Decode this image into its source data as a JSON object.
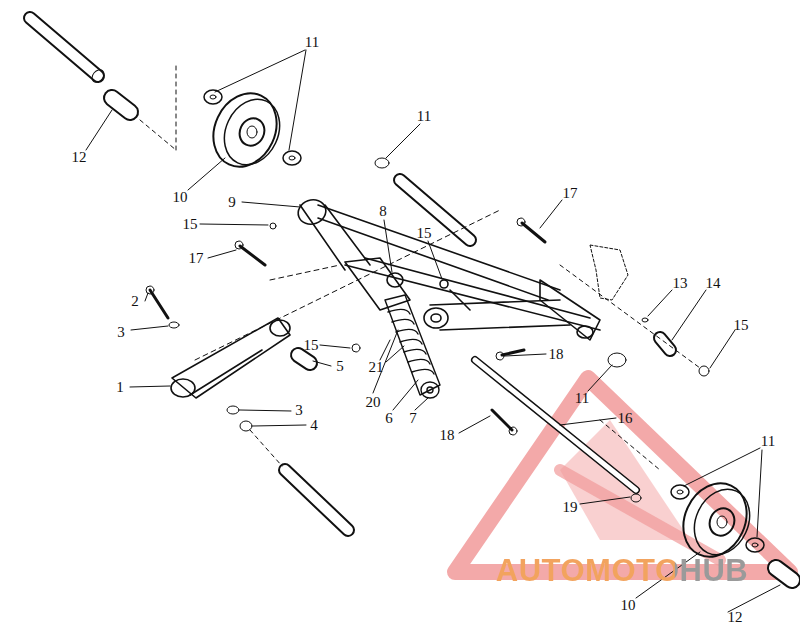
{
  "diagram": {
    "labels": [
      "11",
      "12",
      "10",
      "9",
      "11",
      "8",
      "15",
      "17",
      "15",
      "17",
      "2",
      "13",
      "14",
      "3",
      "15",
      "15",
      "5",
      "21",
      "18",
      "1",
      "11",
      "20",
      "3",
      "6",
      "7",
      "16",
      "4",
      "18",
      "11",
      "19",
      "10",
      "12",
      "AUTOMOTOHUB"
    ]
  }
}
